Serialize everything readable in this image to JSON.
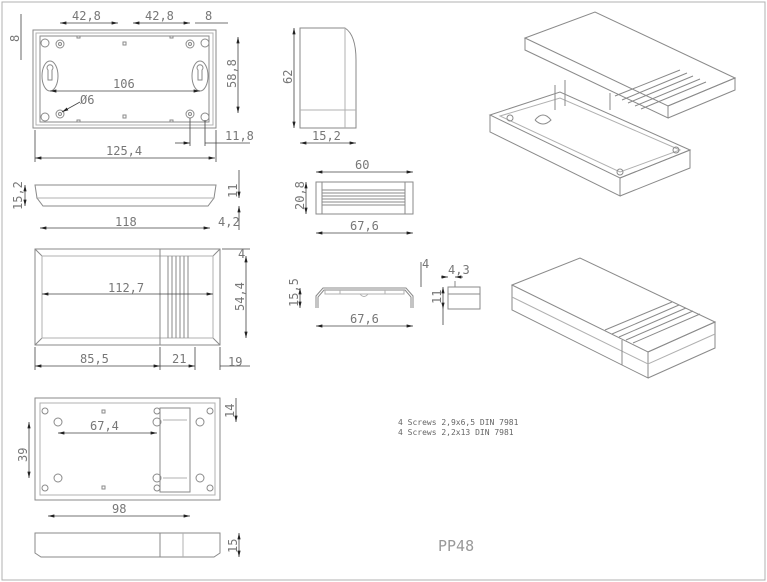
{
  "model": "PP48",
  "notes": [
    "4 Screws 2,9x6,5 DIN 7981",
    "4 Screws 2,2x13 DIN 7981"
  ],
  "dims": {
    "top_spacing_left": "42,8",
    "top_spacing_right": "42,8",
    "top_edge_offset": "8",
    "left_edge_offset": "8",
    "top_height": "58,8",
    "keyhole_spacing": "106",
    "hole_diameter": "Ø6",
    "right_offset": "11,8",
    "total_length": "125,4",
    "side_height": "15,2",
    "side_upper": "11",
    "side_base": "118",
    "side_lower": "4,2",
    "lid_inner_length": "112,7",
    "lid_width": "54,4",
    "lid_edge": "4",
    "lid_part_a": "85,5",
    "lid_part_b": "21",
    "lid_part_c": "19",
    "bottom_hole_spacing": "67,4",
    "bottom_edge": "14",
    "bottom_hole_height": "39",
    "bottom_length": "98",
    "bottom_side_height": "15",
    "end_height": "62",
    "end_depth": "15,2",
    "end_inner": "60",
    "end_h": "20,8",
    "end_outer": "67,6",
    "clip_height": "15,5",
    "clip_length": "67,6",
    "detail_a": "4",
    "detail_b": "4,3",
    "detail_c": "11"
  }
}
